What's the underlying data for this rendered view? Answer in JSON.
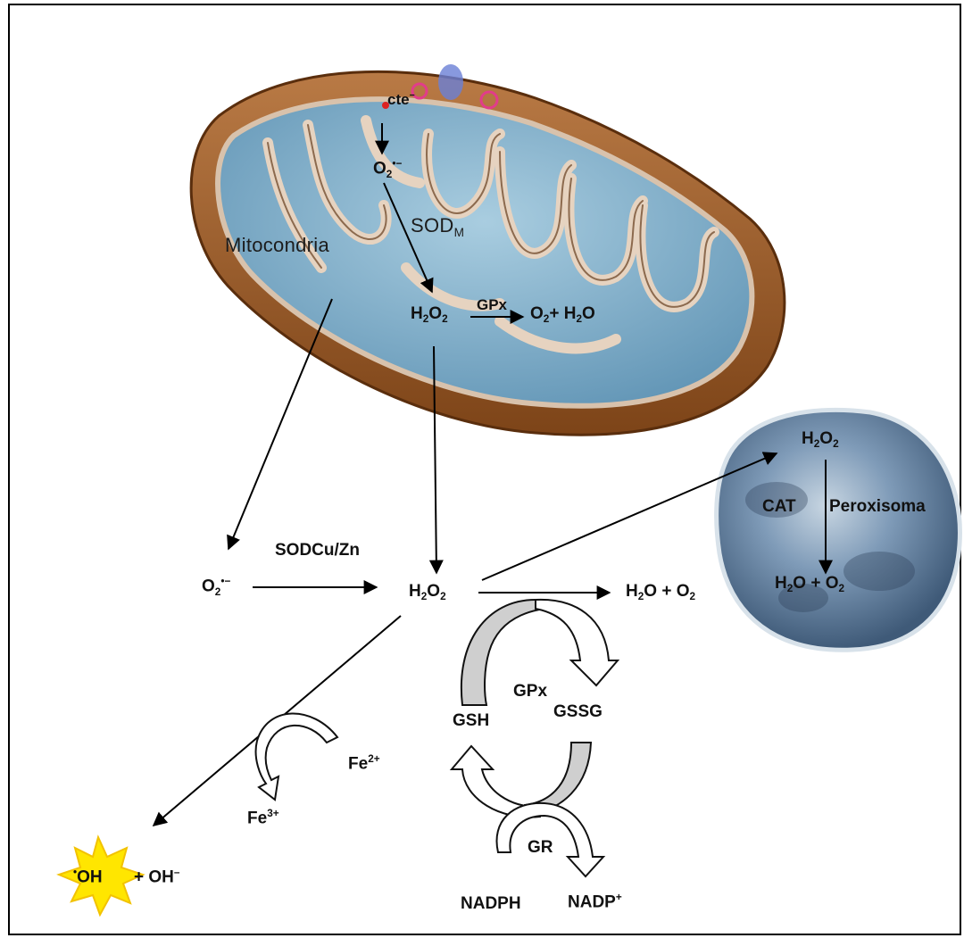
{
  "diagram": {
    "organelles": {
      "mitochondria": "Mitocondria",
      "peroxisome": "Peroxisoma"
    },
    "mito_labels": {
      "cte": "cte",
      "cte_sup": "−",
      "superoxide": "O",
      "superoxide_sub": "2",
      "superoxide_sup": "•−",
      "sod_m": "SOD",
      "sod_m_sub": "M",
      "h2o2_a": "H",
      "h2o2_b": "2",
      "h2o2_c": "O",
      "h2o2_d": "2",
      "gpx": "GPx",
      "o2_h2o_a": "O",
      "o2_h2o_b": "2",
      "o2_h2o_c": "+ H",
      "o2_h2o_d": "2",
      "o2_h2o_e": "O"
    },
    "cytosol": {
      "superoxide": "O",
      "superoxide_sub": "2",
      "superoxide_sup": "•−",
      "sodcu": "SODCu/Zn",
      "h2o2_a": "H",
      "h2o2_b": "2",
      "h2o2_c": "O",
      "h2o2_d": "2",
      "products_a": "H",
      "products_b": "2",
      "products_c": "O + O",
      "products_d": "2"
    },
    "peroxisome_labels": {
      "h2o2_a": "H",
      "h2o2_b": "2",
      "h2o2_c": "O",
      "h2o2_d": "2",
      "cat": "CAT",
      "products_a": "H",
      "products_b": "2",
      "products_c": "O + O",
      "products_d": "2"
    },
    "glutathione": {
      "gpx": "GPx",
      "gsh": "GSH",
      "gssg": "GSSG",
      "gr": "GR",
      "nadph": "NADPH",
      "nadp": "NADP",
      "nadp_sup": "+"
    },
    "fenton": {
      "fe2": "Fe",
      "fe2_sup": "2+",
      "fe3": "Fe",
      "fe3_sup": "3+",
      "radical_dot": "•",
      "radical": "OH",
      "hydroxide": "+ OH",
      "hydroxide_sup": "–"
    }
  },
  "colors": {
    "mito_outer": "#9a5a26",
    "mito_matrix": "#7fb2cc",
    "membrane_fold": "#e3cfbd",
    "peroxisome": "#7591ad",
    "star": "#ffe600"
  }
}
